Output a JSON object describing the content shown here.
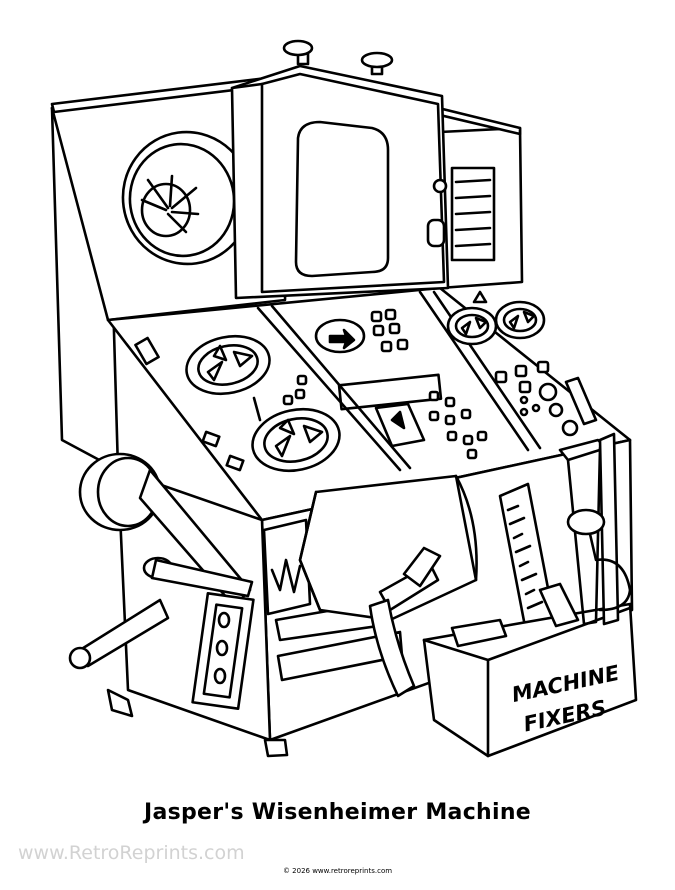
{
  "illustration": {
    "caption": "Jasper's Wisenheimer Machine",
    "box_label_line1": "MACHINE",
    "box_label_line2": "FIXERS",
    "watermark": "www.RetroReprints.com",
    "copyright": "© 2026 www.retroreprints.com"
  },
  "colors": {
    "line": "#000000",
    "background": "#ffffff",
    "watermark": "#d2d2d2"
  }
}
